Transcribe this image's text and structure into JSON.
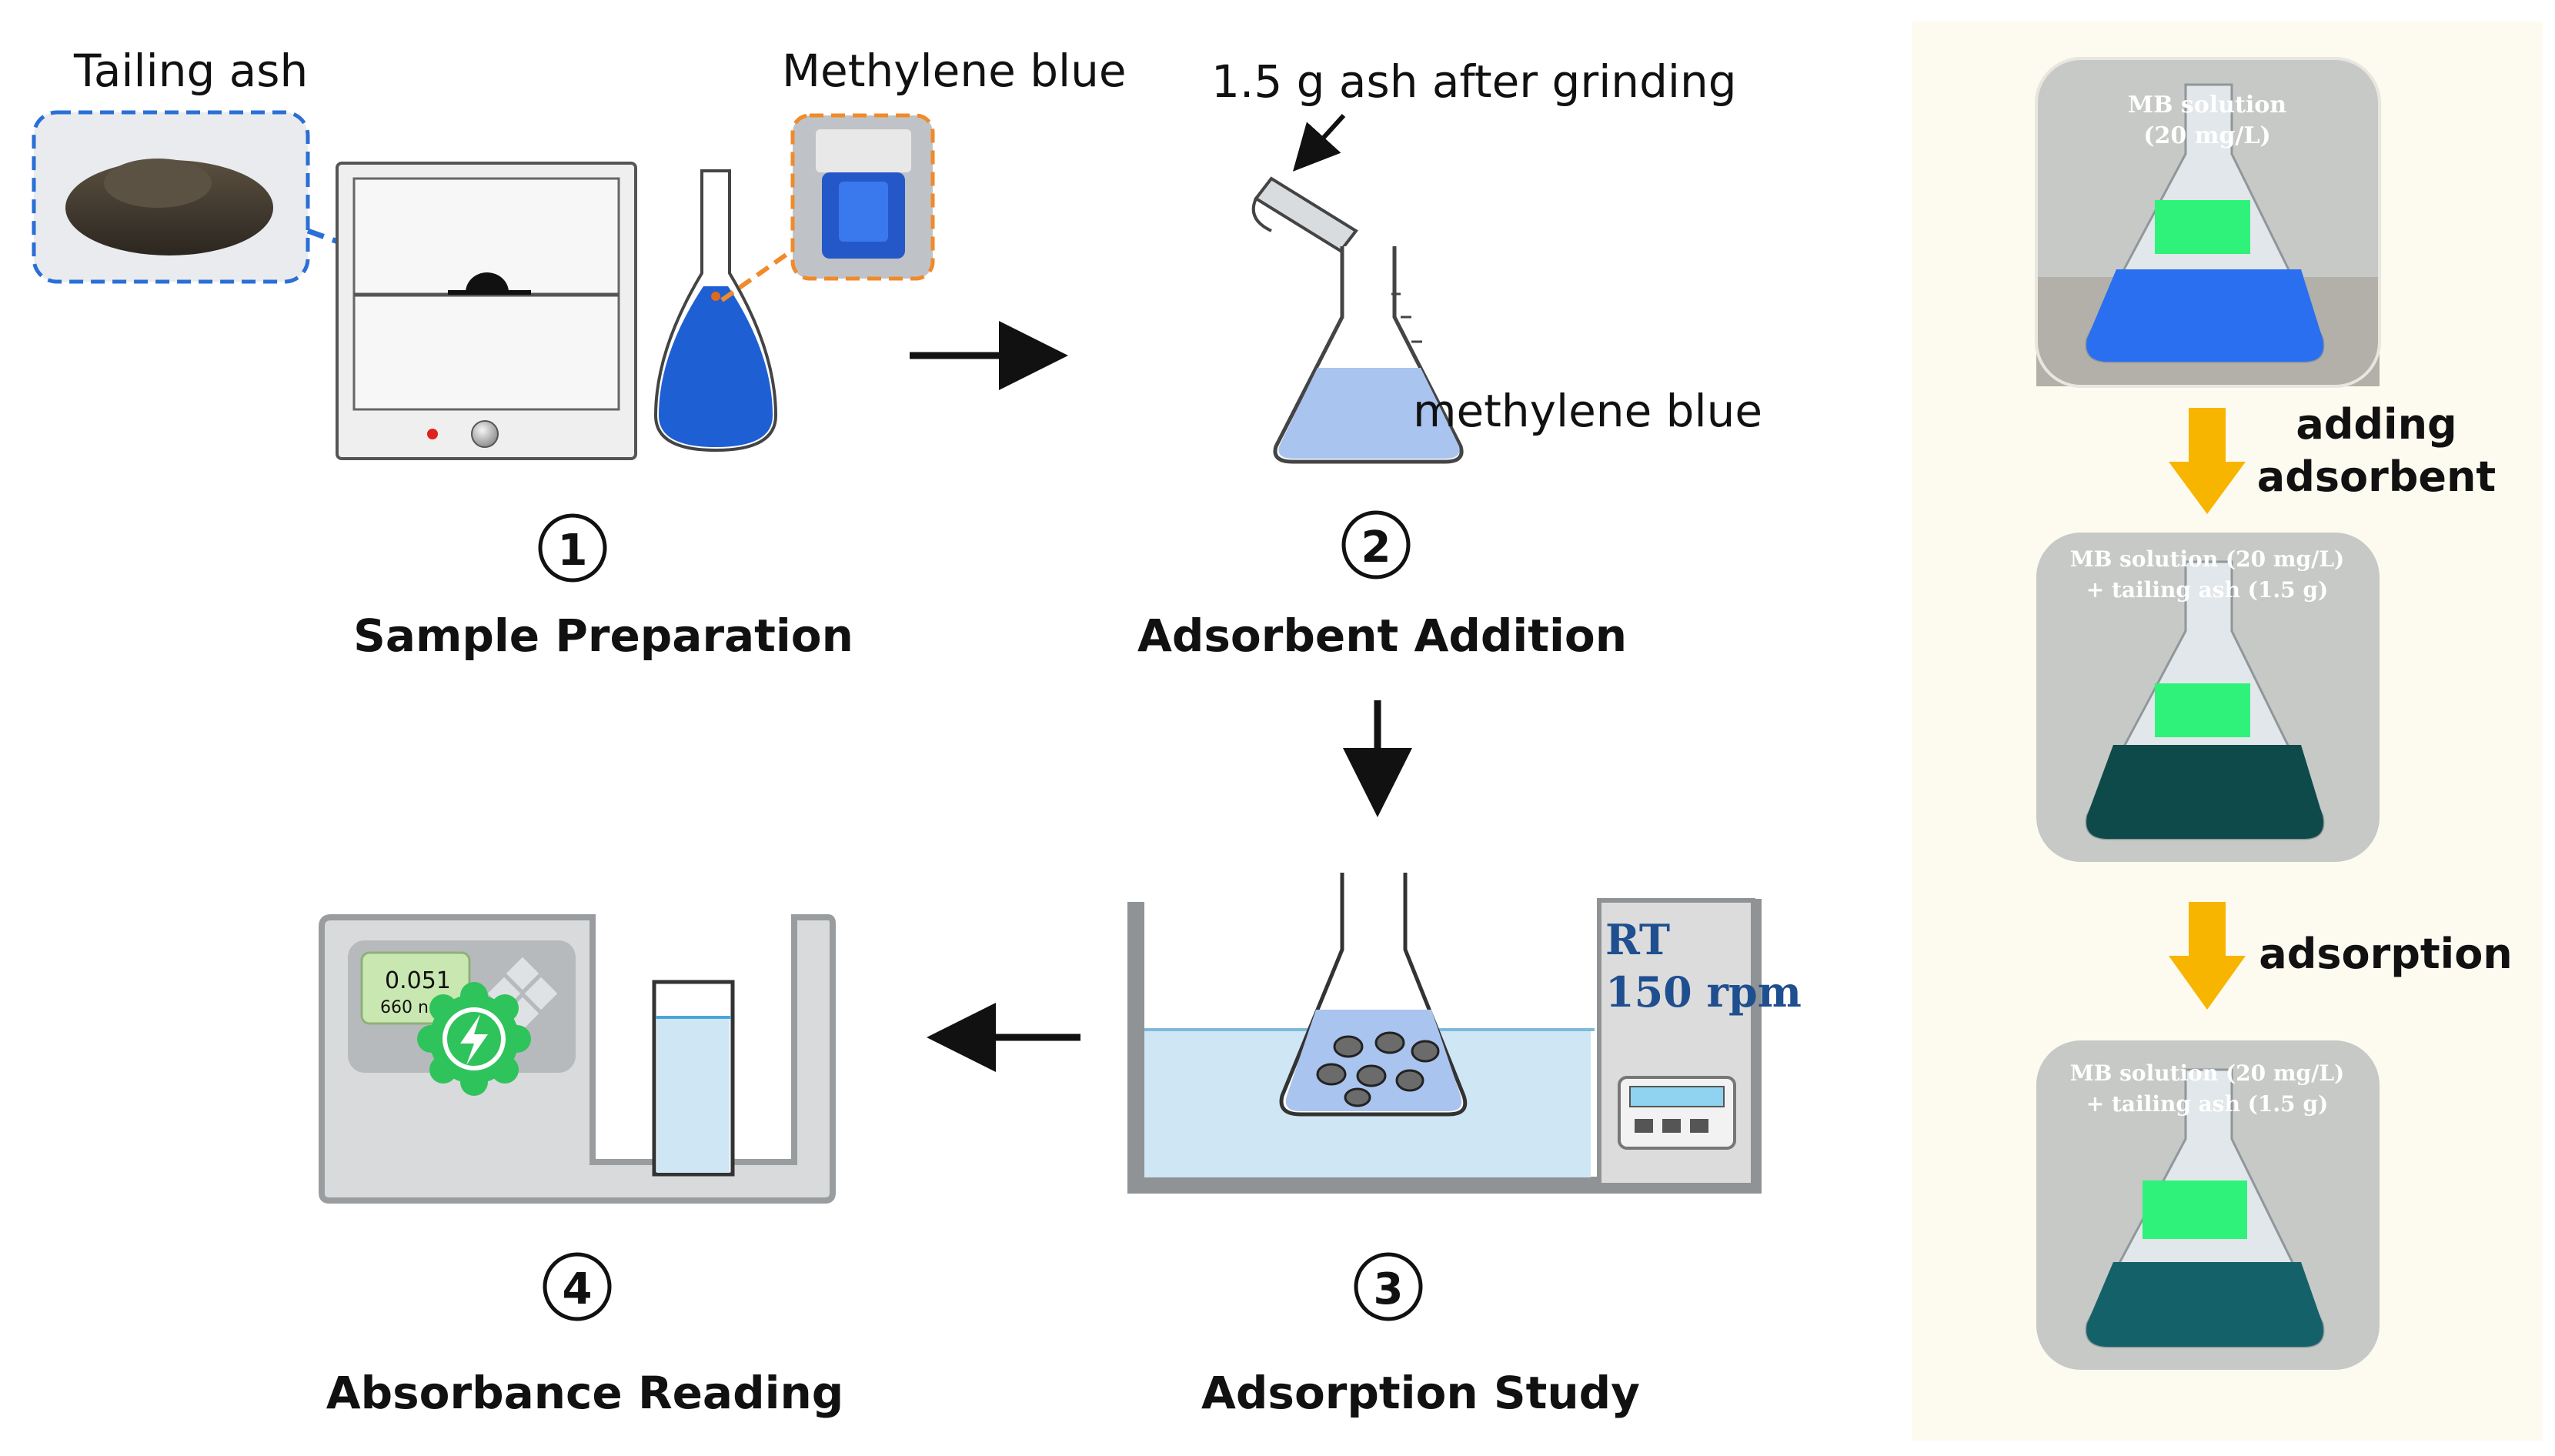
{
  "step1": {
    "number": "1",
    "title": "Sample Preparation",
    "tailing_label": "Tailing ash",
    "methylene_label": "Methylene blue"
  },
  "step2": {
    "number": "2",
    "title": "Adsorbent Addition",
    "ash_label": "1.5 g ash after grinding",
    "solution_label": "methylene blue"
  },
  "step3": {
    "number": "3",
    "title": "Adsorption Study",
    "temp_label": "RT",
    "speed_label": "150 rpm"
  },
  "step4": {
    "number": "4",
    "title": "Absorbance Reading",
    "display_value": "0.051",
    "display_wavelength": "660 nm"
  },
  "photos": {
    "photo1_line1": "MB solution",
    "photo1_line2": "(20 mg/L)",
    "photo2_line1": "MB solution (20 mg/L)",
    "photo2_line2": "+ tailing ash (1.5 g)",
    "photo3_line1": "MB solution (20 mg/L)",
    "photo3_line2": "+ tailing ash (1.5 g)",
    "arrow1_line1": "adding",
    "arrow1_line2": "adsorbent",
    "arrow2_label": "adsorption"
  },
  "colors": {
    "mb_blue": "#1f5fd4",
    "light_blue": "#a9c4ee",
    "water": "#cfe6f4",
    "arrow_yellow": "#f7b500",
    "panel_bg": "#fdfaf0",
    "label_green": "#2ff27a",
    "badge_green": "#2fc35b"
  }
}
